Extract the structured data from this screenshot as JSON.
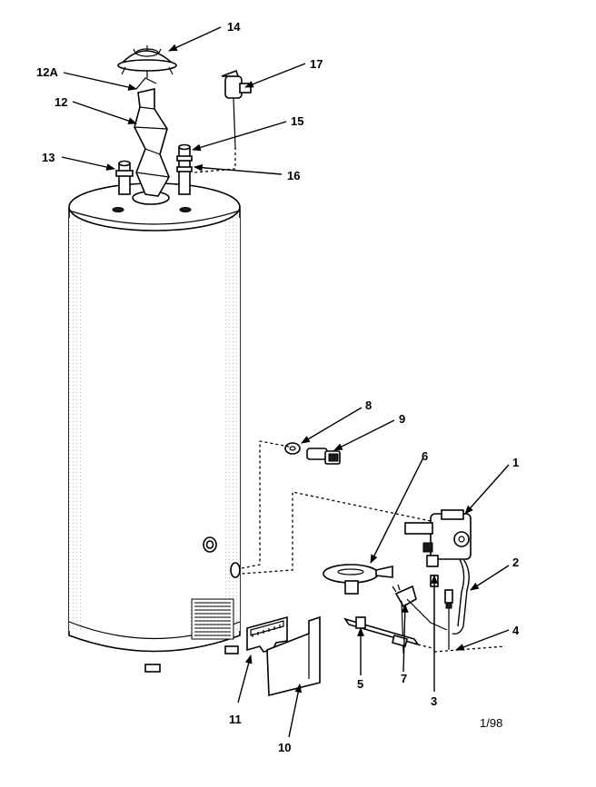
{
  "callouts": {
    "c1": "1",
    "c2": "2",
    "c3": "3",
    "c4": "4",
    "c5": "5",
    "c6": "6",
    "c7": "7",
    "c8": "8",
    "c9": "9",
    "c10": "10",
    "c11": "11",
    "c12": "12",
    "c12a": "12A",
    "c13": "13",
    "c14": "14",
    "c15": "15",
    "c16": "16",
    "c17": "17"
  },
  "date_code": "1/98"
}
